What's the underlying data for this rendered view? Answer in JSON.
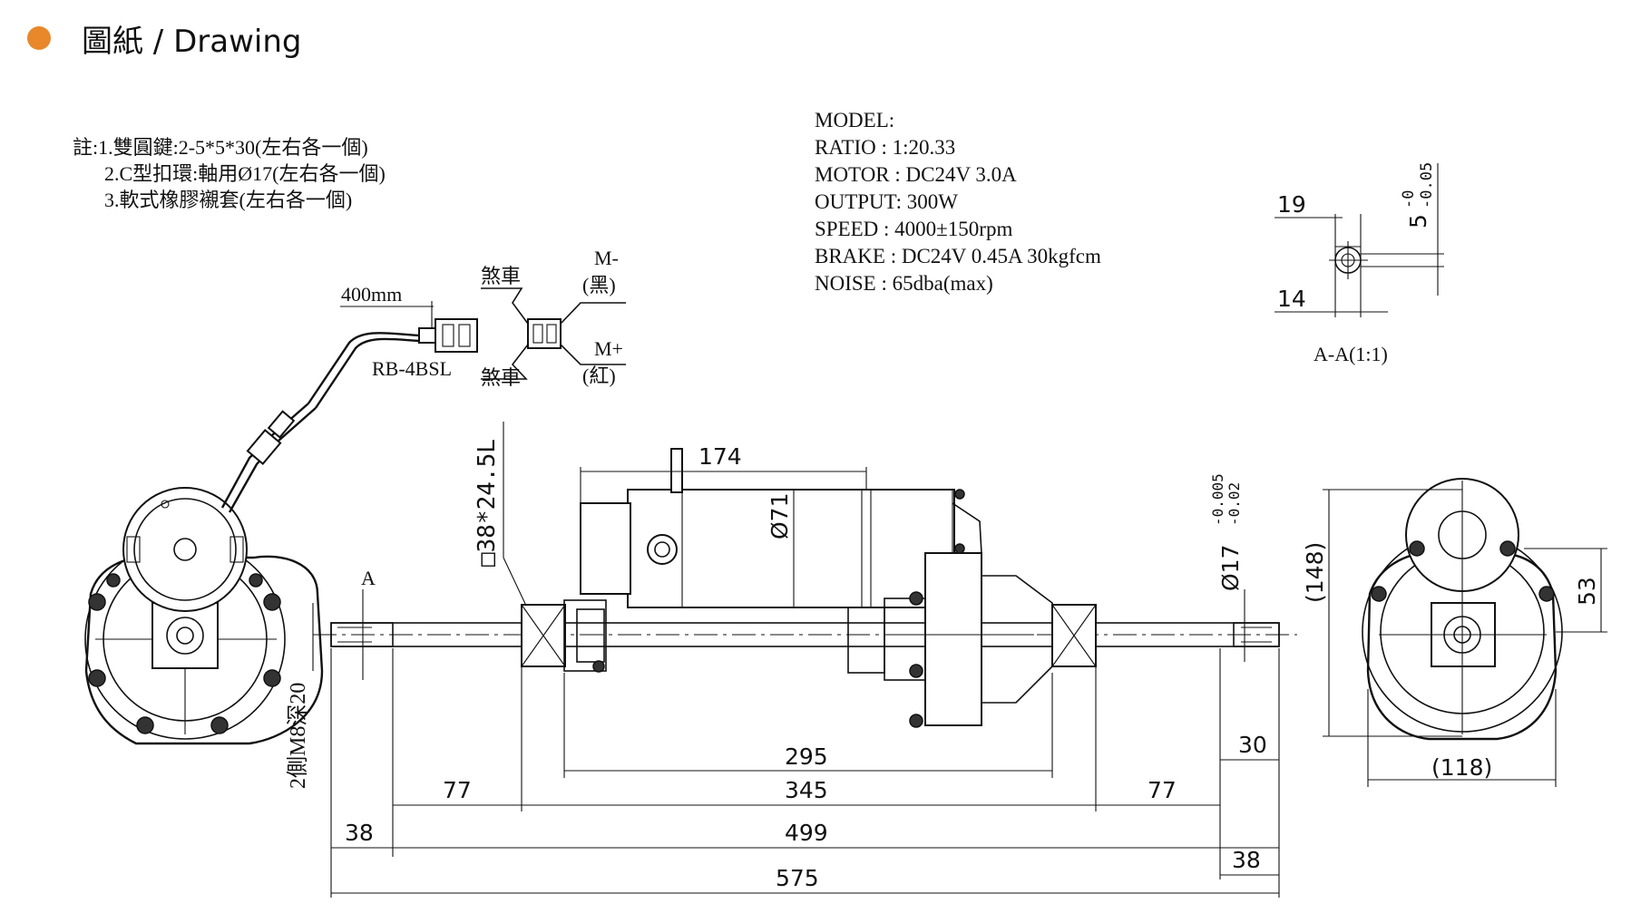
{
  "header": {
    "title": "圖紙 / Drawing",
    "accent_color": "#e8882b"
  },
  "notes": [
    "註:1.雙圓鍵:2-5*5*30(左右各一個)",
    "2.C型扣環:軸用Ø17(左右各一個)",
    "3.軟式橡膠襯套(左右各一個)"
  ],
  "spec": [
    "MODEL:",
    "RATIO : 1:20.33",
    "MOTOR : DC24V 3.0A",
    "OUTPUT: 300W",
    "SPEED : 4000±150rpm",
    "BRAKE : DC24V 0.45A 30kgfcm",
    "NOISE : 65dba(max)"
  ],
  "wiring": {
    "cable_length": "400mm",
    "connector": "RB-4BSL",
    "brake_top": "煞車",
    "brake_bottom": "煞車",
    "m_minus": "M-",
    "m_minus_color": "(黑)",
    "m_plus": "M+",
    "m_plus_color": "(紅)"
  },
  "section": {
    "label": "A-A(1:1)",
    "dim_19": "19",
    "dim_14": "14",
    "tol_main": "5",
    "tol_upper": "-0",
    "tol_lower": "-0.05"
  },
  "front": {
    "section_mark": "A",
    "mount": "2側M8深20",
    "square": "□38*24.5L"
  },
  "dims": {
    "motor_length": "174",
    "motor_dia": "Ø71",
    "shaft_dia": "Ø17",
    "shaft_tol_upper": "-0.005",
    "shaft_tol_lower": "-0.02",
    "height": "(148)",
    "center_height": "53",
    "width": "(118)",
    "d295": "295",
    "d345": "345",
    "d77_left": "77",
    "d77_right": "77",
    "d30": "30",
    "d38_left": "38",
    "d499": "499",
    "d38_right": "38",
    "d575": "575"
  }
}
